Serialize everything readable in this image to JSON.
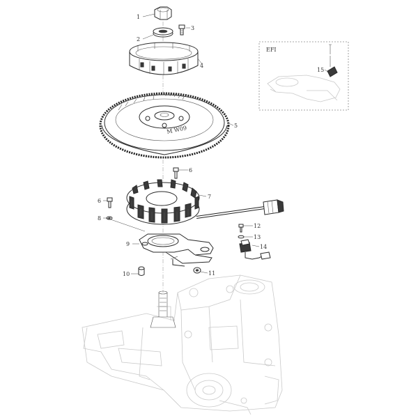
{
  "diagram": {
    "callouts": {
      "c1": "1",
      "c2": "2",
      "c3": "3",
      "c4": "4",
      "c5": "5",
      "c6a": "6",
      "c6b": "6",
      "c7": "7",
      "c8": "8",
      "c9": "9",
      "c10": "10",
      "c11": "11",
      "c12": "12",
      "c13": "13",
      "c14": "14",
      "c15": "15"
    },
    "inset": {
      "label": "EFI"
    },
    "flywheel_marking": "M W09"
  }
}
